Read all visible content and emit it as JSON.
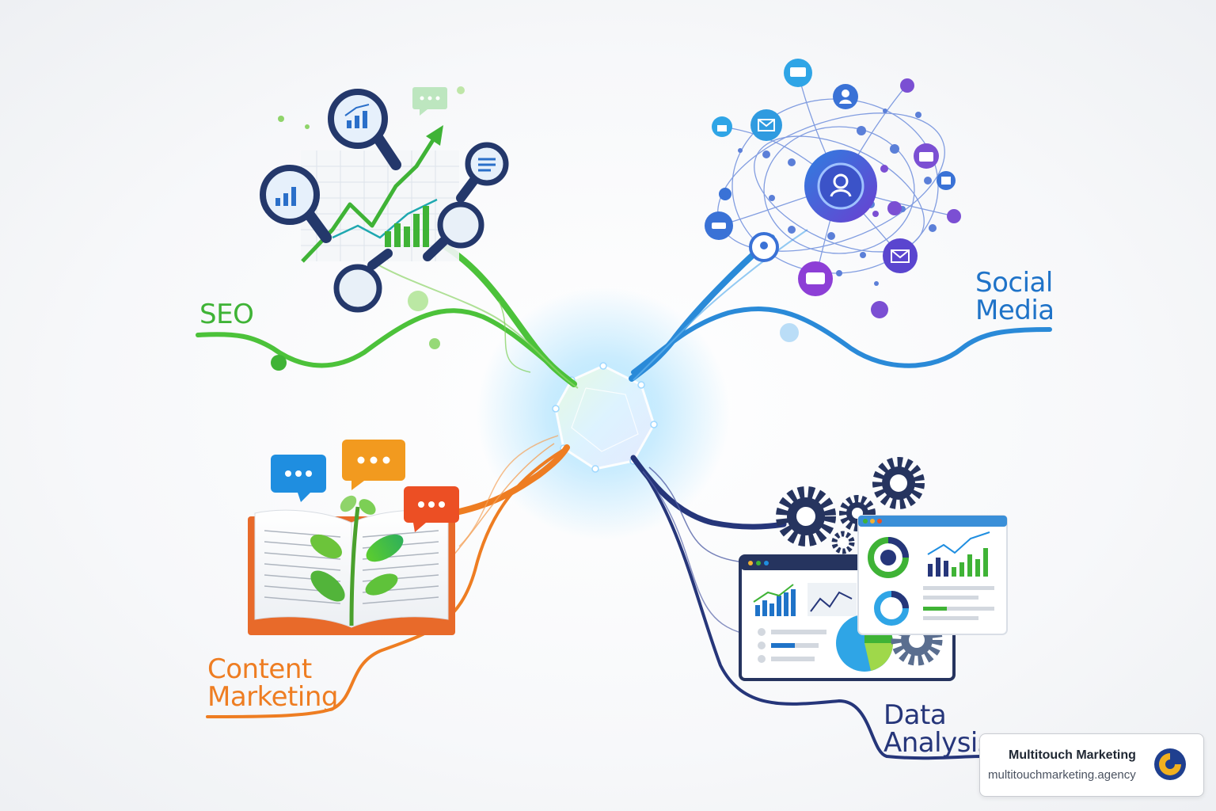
{
  "branches": {
    "seo": {
      "lines": [
        "SEO"
      ]
    },
    "social": {
      "lines": [
        "Social",
        "Media"
      ]
    },
    "content": {
      "lines": [
        "Content",
        "Marketing"
      ]
    },
    "data": {
      "lines": [
        "Data",
        "Analysis"
      ]
    }
  },
  "brand": {
    "name": "Multitouch Marketing",
    "url": "multitouchmarketing.agency"
  },
  "colors": {
    "seo": "#3fb336",
    "social": "#1f8ee0",
    "content": "#ee7d22",
    "data": "#26367a",
    "hub": "#bfe8ff"
  },
  "icons": {
    "seo": [
      "magnifier-chart-icon",
      "magnifier-lines-icon",
      "growth-arrow-icon",
      "chat-bubble-icon"
    ],
    "social": [
      "user-node-icon",
      "mail-icon",
      "chat-bubble-icon",
      "profile-hub-icon"
    ],
    "content": [
      "open-book-icon",
      "plant-icon",
      "speech-bubble-icon"
    ],
    "data": [
      "gear-icon",
      "dashboard-window-icon",
      "pie-chart-icon",
      "bar-chart-icon"
    ]
  }
}
